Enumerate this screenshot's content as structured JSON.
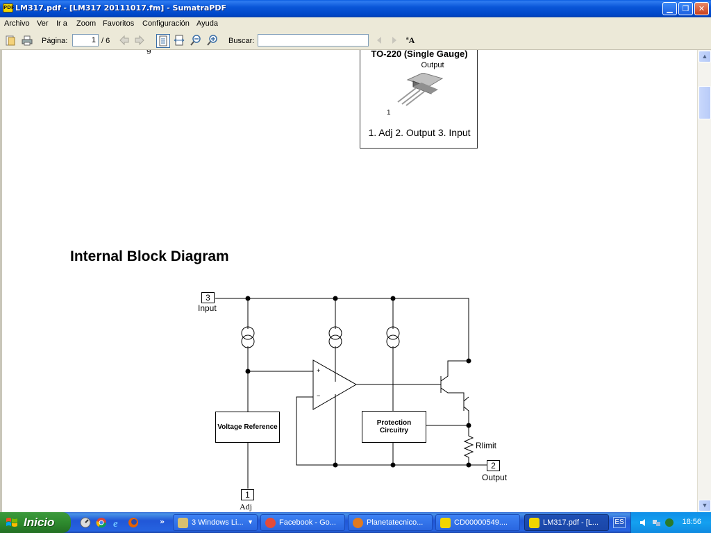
{
  "window": {
    "title": "LM317.pdf - [LM317 20111017.fm] - SumatraPDF",
    "app_icon_label": "PDF",
    "buttons": [
      "minimize",
      "restore",
      "close"
    ]
  },
  "menu": {
    "items": [
      "Archivo",
      "Ver",
      "Ir a",
      "Zoom",
      "Favoritos",
      "Configuración",
      "Ayuda"
    ]
  },
  "toolbar": {
    "page_label": "Página:",
    "page_value": "1",
    "page_total": "/ 6",
    "search_label": "Buscar:",
    "search_value": "",
    "match_case_glyph": "ªA"
  },
  "document": {
    "package": {
      "title": "TO-220 (Single Gauge)",
      "output_label": "Output",
      "pin_one": "1",
      "pin_list": "1. Adj 2. Output 3. Input"
    },
    "page_fragment": "g",
    "section_title": "Internal Block Diagram",
    "diagram": {
      "pin3": "3",
      "input_label": "Input",
      "pin2": "2",
      "output_label": "Output",
      "pin1": "1",
      "adj_label": "Adj",
      "voltage_reference": "Voltage Reference",
      "protection": "Protection Circuitry",
      "rlimit": "Rlimit",
      "plus": "+",
      "minus": "−"
    }
  },
  "taskbar": {
    "start_label": "Inicio",
    "tasks": [
      {
        "label": "3 Windows Li...",
        "icon": "folder-group-icon",
        "color": "#d8c070"
      },
      {
        "label": "Facebook - Go...",
        "icon": "chrome-icon",
        "color": "#e44b3a"
      },
      {
        "label": "Planetatecnico...",
        "icon": "firefox-icon",
        "color": "#e07a20"
      },
      {
        "label": "CD00000549....",
        "icon": "pdf-icon",
        "color": "#f2d600"
      },
      {
        "label": "LM317.pdf - [L...",
        "icon": "pdf-icon",
        "color": "#f2d600"
      }
    ],
    "language": "ES",
    "clock": "18:56"
  }
}
